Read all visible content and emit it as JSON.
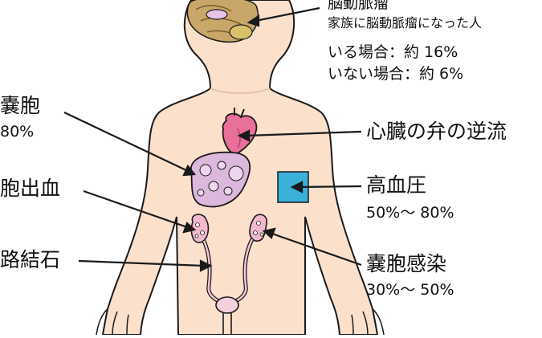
{
  "labels": {
    "brain": {
      "title": "脳動脈瘤",
      "sub": "家族に脳動脈瘤になった人",
      "line1": "いる場合：約 16%",
      "line2": "いない場合：約 6%"
    },
    "cyst": {
      "title": "嚢胞",
      "value": "80%"
    },
    "bleed": {
      "title": "胞出血"
    },
    "stone": {
      "title": "路結石"
    },
    "heart": {
      "title": "心臓の弁の逆流"
    },
    "bp": {
      "title": "高血圧",
      "value": "50%～ 80%"
    },
    "infection": {
      "title": "嚢胞感染",
      "value": "30%～ 50%"
    }
  },
  "colors": {
    "skin": "#fbe0cc",
    "outline": "#1a1a1a",
    "heart": "#e8709a",
    "liver": "#dcb8dc",
    "kidney": "#f2b8cc",
    "cuff": "#39b1d8",
    "brain": "#c9a76a"
  }
}
